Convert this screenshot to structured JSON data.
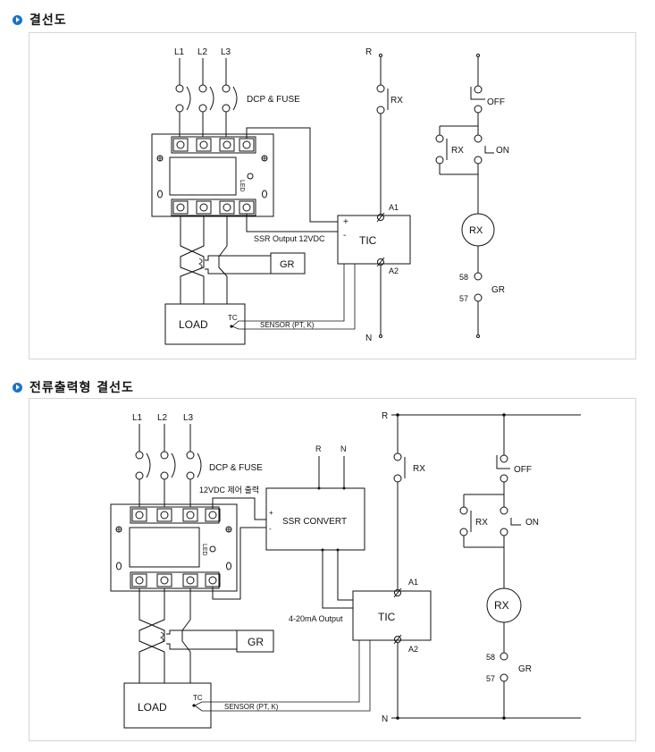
{
  "sections": [
    {
      "title": "결선도"
    },
    {
      "title": "전류출력형 결선도"
    }
  ],
  "diagram1": {
    "lines": [
      "L1",
      "L2",
      "L3"
    ],
    "dcp_fuse": "DCP & FUSE",
    "led": "LED",
    "ssr_output": "SSR Output 12VDC",
    "plus": "+",
    "minus": "-",
    "tic": "TIC",
    "a1": "A1",
    "a2": "A2",
    "gr": "GR",
    "load": "LOAD",
    "tc": "TC",
    "sensor": "SENSOR  (PT, K)",
    "r": "R",
    "n": "N",
    "rx": "RX",
    "off": "OFF",
    "on": "ON",
    "t58": "58",
    "t57": "57"
  },
  "diagram2": {
    "lines": [
      "L1",
      "L2",
      "L3"
    ],
    "dcp_fuse": "DCP & FUSE",
    "led": "LED",
    "vdc_label": "12VDC 제어 출력",
    "plus": "+",
    "minus": "-",
    "ssr_convert": "SSR CONVERT",
    "r": "R",
    "n": "N",
    "output": "4-20mA Output",
    "tic": "TIC",
    "a1": "A1",
    "a2": "A2",
    "gr": "GR",
    "load": "LOAD",
    "tc": "TC",
    "sensor": "SENSOR  (PT, K)",
    "rx": "RX",
    "off": "OFF",
    "on": "ON",
    "t58": "58",
    "t57": "57"
  }
}
